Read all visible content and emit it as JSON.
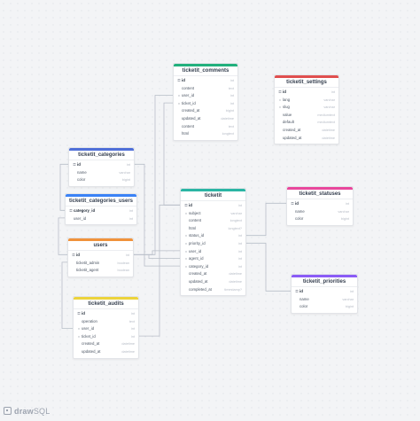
{
  "brand": {
    "draw": "draw",
    "sql": "SQL"
  },
  "tables": [
    {
      "id": "comments",
      "name": "ticketit_comments",
      "color": "#22b07d",
      "columns": [
        {
          "name": "id",
          "type": "int",
          "key": "pk"
        },
        {
          "name": "content",
          "type": "text"
        },
        {
          "name": "user_id",
          "type": "int",
          "key": "fk"
        },
        {
          "name": "ticket_id",
          "type": "int",
          "key": "fk"
        },
        {
          "name": "created_at",
          "type": "bigint"
        },
        {
          "name": "updated_at",
          "type": "datetime"
        },
        {
          "name": "content",
          "type": "text"
        },
        {
          "name": "html",
          "type": "longtext"
        }
      ]
    },
    {
      "id": "settings",
      "name": "ticketit_settings",
      "color": "#e04f4f",
      "columns": [
        {
          "name": "id",
          "type": "int",
          "key": "pk"
        },
        {
          "name": "lang",
          "type": "varchar",
          "key": "fk"
        },
        {
          "name": "slug",
          "type": "varchar",
          "key": "fk"
        },
        {
          "name": "value",
          "type": "mediumtext"
        },
        {
          "name": "default",
          "type": "mediumtext"
        },
        {
          "name": "created_at",
          "type": "datetime"
        },
        {
          "name": "updated_at",
          "type": "datetime"
        }
      ]
    },
    {
      "id": "categories",
      "name": "ticketit_categories",
      "color": "#4f6fd8",
      "columns": [
        {
          "name": "id",
          "type": "int",
          "key": "pk"
        },
        {
          "name": "name",
          "type": "varchar"
        },
        {
          "name": "color",
          "type": "bigint"
        }
      ]
    },
    {
      "id": "catusers",
      "name": "ticketit_categories_users",
      "color": "#3b82f6",
      "columns": [
        {
          "name": "category_id",
          "type": "int",
          "key": "pk"
        },
        {
          "name": "user_id",
          "type": "int"
        }
      ]
    },
    {
      "id": "ticketit",
      "name": "ticketit",
      "color": "#2bb5a4",
      "columns": [
        {
          "name": "id",
          "type": "int",
          "key": "pk"
        },
        {
          "name": "subject",
          "type": "varchar",
          "key": "fk"
        },
        {
          "name": "content",
          "type": "longtext"
        },
        {
          "name": "html",
          "type": "longtext?"
        },
        {
          "name": "status_id",
          "type": "int",
          "key": "fk"
        },
        {
          "name": "priority_id",
          "type": "int",
          "key": "fk"
        },
        {
          "name": "user_id",
          "type": "int",
          "key": "fk"
        },
        {
          "name": "agent_id",
          "type": "int",
          "key": "fk"
        },
        {
          "name": "category_id",
          "type": "int",
          "key": "fk"
        },
        {
          "name": "created_at",
          "type": "datetime"
        },
        {
          "name": "updated_at",
          "type": "datetime"
        },
        {
          "name": "completed_at",
          "type": "timestamp?"
        }
      ]
    },
    {
      "id": "statuses",
      "name": "ticketit_statuses",
      "color": "#e8479c",
      "columns": [
        {
          "name": "id",
          "type": "int",
          "key": "pk"
        },
        {
          "name": "name",
          "type": "varchar"
        },
        {
          "name": "color",
          "type": "bigint"
        }
      ]
    },
    {
      "id": "users",
      "name": "users",
      "color": "#f0923b",
      "columns": [
        {
          "name": "id",
          "type": "int",
          "key": "pk"
        },
        {
          "name": "ticketit_admin",
          "type": "boolean"
        },
        {
          "name": "ticketit_agent",
          "type": "boolean"
        }
      ]
    },
    {
      "id": "priorities",
      "name": "ticketit_priorities",
      "color": "#8b5cf6",
      "columns": [
        {
          "name": "id",
          "type": "int",
          "key": "pk"
        },
        {
          "name": "name",
          "type": "varchar"
        },
        {
          "name": "color",
          "type": "bigint"
        }
      ]
    },
    {
      "id": "audits",
      "name": "ticketit_audits",
      "color": "#ecd33c",
      "columns": [
        {
          "name": "id",
          "type": "int",
          "key": "pk"
        },
        {
          "name": "operation",
          "type": "text"
        },
        {
          "name": "user_id",
          "type": "int",
          "key": "fk"
        },
        {
          "name": "ticket_id",
          "type": "int",
          "key": "fk"
        },
        {
          "name": "created_at",
          "type": "datetime"
        },
        {
          "name": "updated_at",
          "type": "datetime"
        }
      ]
    }
  ]
}
